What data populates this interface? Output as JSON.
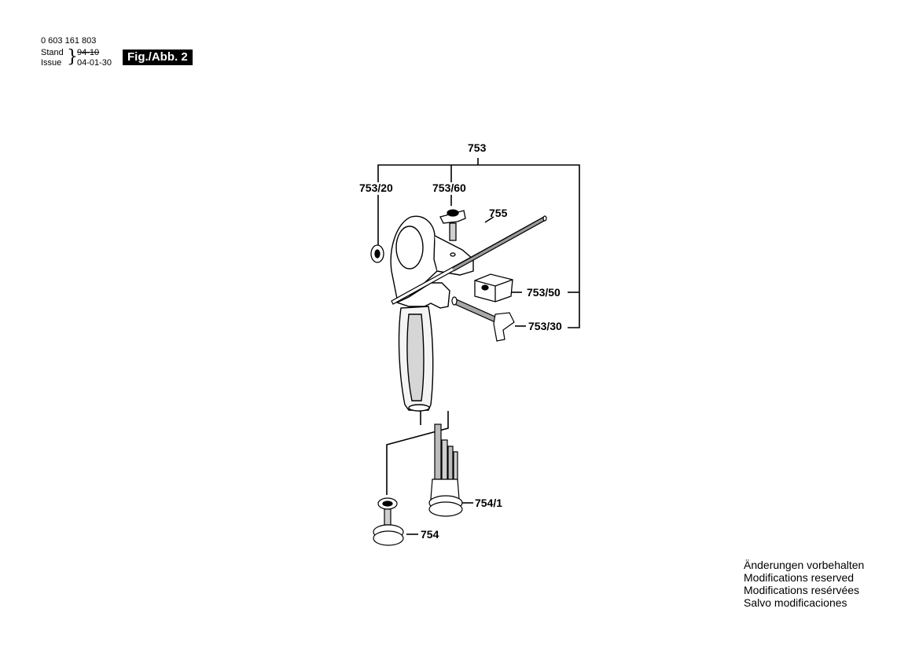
{
  "header": {
    "part_number": "0 603 161 803",
    "stand_label": "Stand",
    "stand_value": "94-10",
    "issue_label": "Issue",
    "issue_value": "04-01-30",
    "figure_badge": "Fig./Abb. 2"
  },
  "callouts": {
    "assembly": "753",
    "lock_washer": "753/20",
    "wing_screw": "753/60",
    "depth_rod": "755",
    "clamp_block": "753/50",
    "clamp_bolt": "753/30",
    "dust_cap_set": "754/1",
    "dust_cap": "754"
  },
  "notice": [
    "Änderungen vorbehalten",
    "Modifications reserved",
    "Modifications resérvées",
    "Salvo modificaciones"
  ],
  "colors": {
    "ink": "#000000",
    "badge_bg": "#000000",
    "badge_text": "#ffffff",
    "paper": "#ffffff"
  }
}
